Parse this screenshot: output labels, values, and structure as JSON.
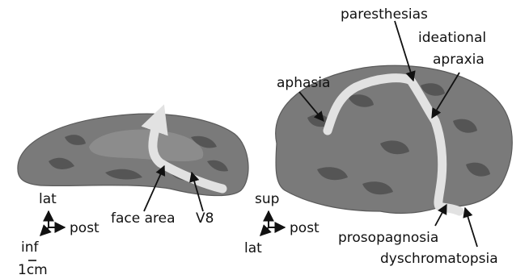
{
  "labels": {
    "paresthesias": "paresthesias",
    "ideational": "ideational",
    "apraxia": "apraxia",
    "aphasia": "aphasia",
    "face_area": "face area",
    "v8": "V8",
    "prosopagnosia": "prosopagnosia",
    "dyschromatopsia": "dyschromatopsia"
  },
  "left_axes": {
    "up": "lat",
    "right": "post",
    "out": "inf"
  },
  "right_axes": {
    "up": "sup",
    "right": "post",
    "out": "lat"
  },
  "scale": "1cm",
  "colors": {
    "brain": "#7a7a7a",
    "sulci": "#4f4f4f",
    "stimulation_path": "#e2e2e2",
    "text": "#111111"
  }
}
